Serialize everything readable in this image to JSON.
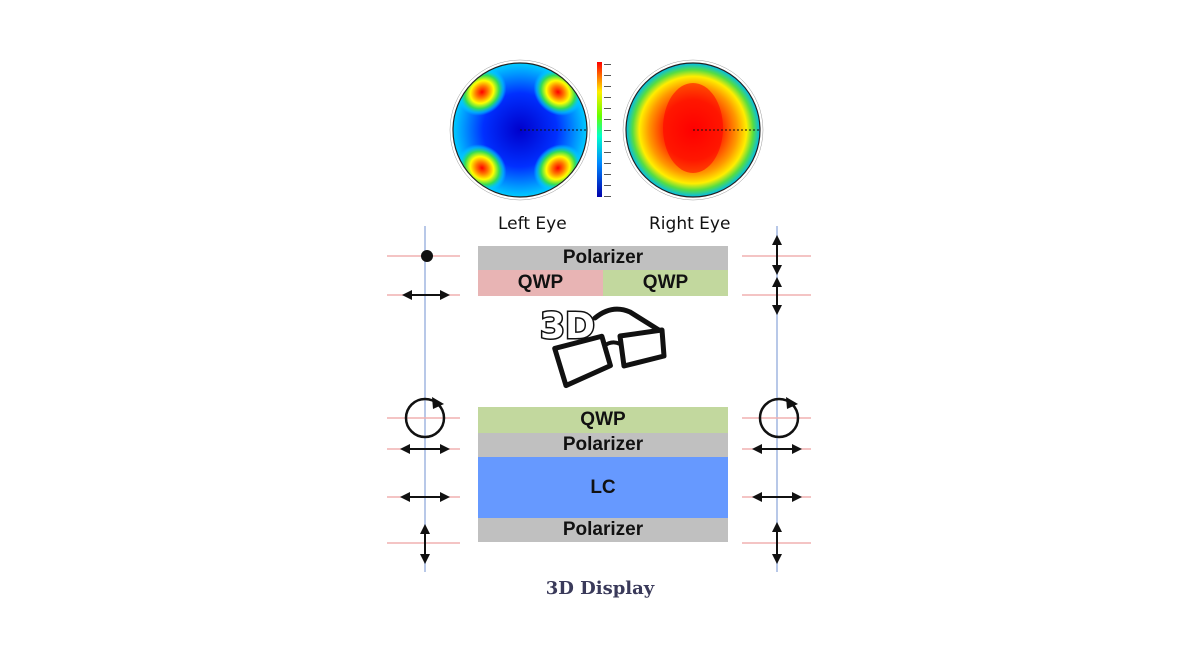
{
  "plots": {
    "left_eye_label": "Left Eye",
    "right_eye_label": "Right Eye",
    "colormap": "jet (blue → red)"
  },
  "layers_top": {
    "polarizer": "Polarizer",
    "qwp_left": "QWP",
    "qwp_right": "QWP",
    "qwp_left_color": "#e8b4b4",
    "qwp_right_color": "#c2d89e",
    "polarizer_color": "#c0c0c0"
  },
  "glasses": {
    "label": "3D"
  },
  "layers_bottom": {
    "qwp": "QWP",
    "polarizer_1": "Polarizer",
    "lc": "LC",
    "polarizer_2": "Polarizer",
    "qwp_color": "#c2d89e",
    "polarizer_color": "#c0c0c0",
    "lc_color": "#6699ff"
  },
  "left_polarization_states": [
    "dot",
    "horizontal-arrow",
    "circular",
    "horizontal-arrow",
    "horizontal-arrow",
    "vertical-arrow"
  ],
  "right_polarization_states": [
    "vertical-arrow",
    "vertical-arrow",
    "circular",
    "horizontal-arrow",
    "horizontal-arrow",
    "vertical-arrow"
  ],
  "caption": "3D Display"
}
